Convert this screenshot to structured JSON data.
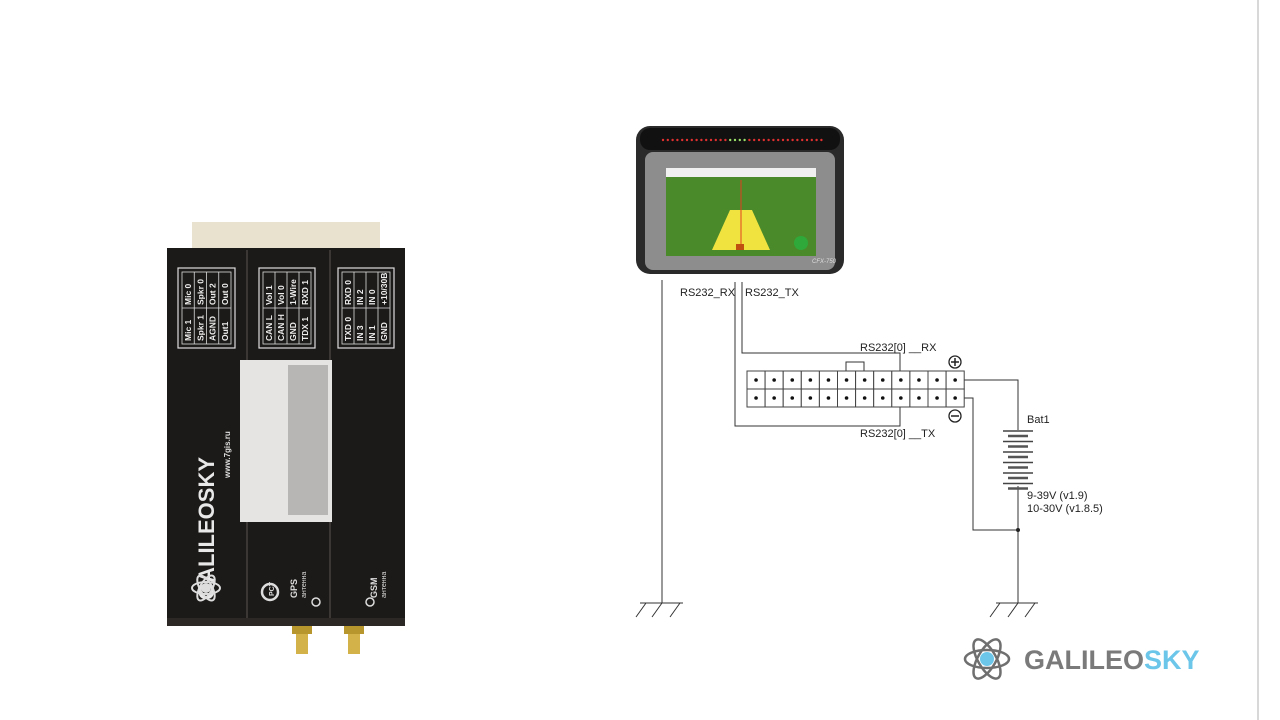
{
  "tracker": {
    "brand": "GALILEOSKY",
    "website": "www.7gis.ru",
    "panels": [
      {
        "columns": [
          [
            "Mic 1",
            "Mic 0"
          ],
          [
            "Spkr 1",
            "Spkr 0"
          ],
          [
            "AGND",
            "Out 2"
          ],
          [
            "Out1",
            "Out 0"
          ]
        ]
      },
      {
        "columns": [
          [
            "CAN L",
            "Vol 1"
          ],
          [
            "CAN H",
            "Vol 0"
          ],
          [
            "GND",
            "1-Wire"
          ],
          [
            "TDX 1",
            "RXD 1"
          ]
        ]
      },
      {
        "columns": [
          [
            "TXD 0",
            "RXD 0"
          ],
          [
            "IN 3",
            "IN 2"
          ],
          [
            "IN 1",
            "IN 0"
          ],
          [
            "GND",
            "+10/30B"
          ]
        ]
      }
    ],
    "gps_label": "GPS",
    "gsm_label": "GSM",
    "antenna_label": "антенна",
    "cert_mark": "PCT"
  },
  "terminal": {
    "model": "CFX-750"
  },
  "diagram": {
    "terminal_rx": "RS232_RX",
    "terminal_tx": "RS232_TX",
    "connector_rx": "RS232[0] __RX",
    "connector_tx": "RS232[0] __TX",
    "plus": "+",
    "minus": "−",
    "battery": "Bat1",
    "voltage_v19": "9-39V (v1.9)",
    "voltage_v185": "10-30V (v1.8.5)"
  },
  "logo": {
    "part1": "GALILEO",
    "part2": "SKY",
    "colors": {
      "gray": "#7a7a7a",
      "blue": "#6cc6ea"
    }
  }
}
